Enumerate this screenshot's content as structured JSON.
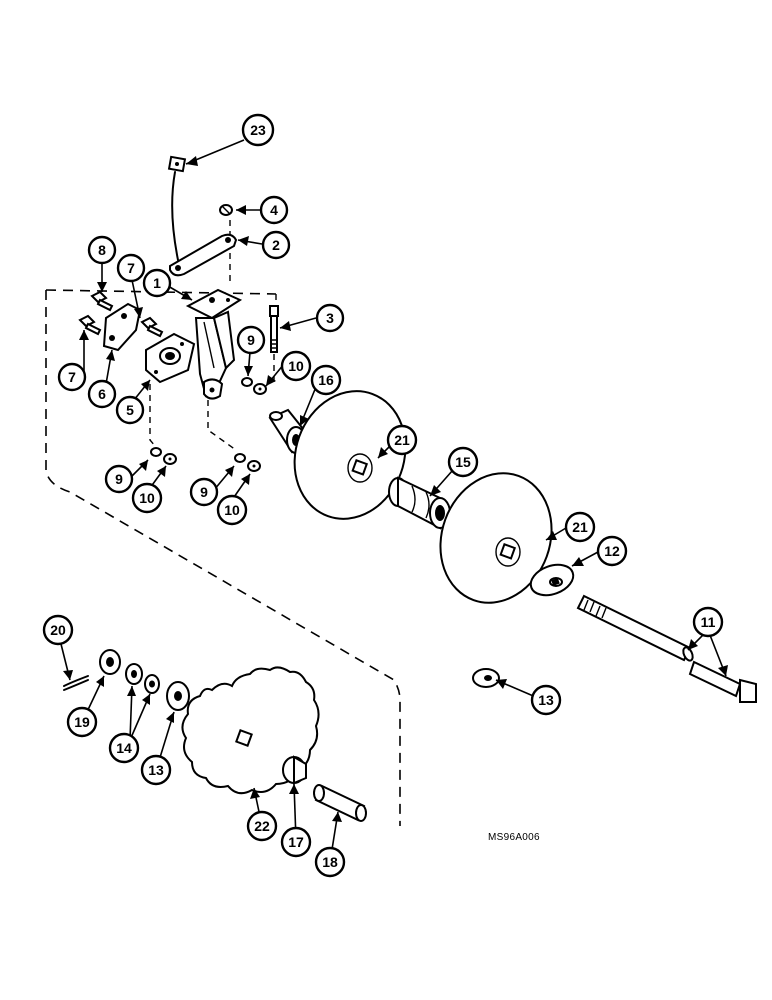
{
  "figure_code": "MS96A006",
  "callouts": [
    {
      "key": "c23",
      "label": "23"
    },
    {
      "key": "c4",
      "label": "4"
    },
    {
      "key": "c2",
      "label": "2"
    },
    {
      "key": "c8",
      "label": "8"
    },
    {
      "key": "c7a",
      "label": "7"
    },
    {
      "key": "c1",
      "label": "1"
    },
    {
      "key": "c3",
      "label": "3"
    },
    {
      "key": "c9a",
      "label": "9"
    },
    {
      "key": "c10a",
      "label": "10"
    },
    {
      "key": "c7b",
      "label": "7"
    },
    {
      "key": "c6",
      "label": "6"
    },
    {
      "key": "c5",
      "label": "5"
    },
    {
      "key": "c16",
      "label": "16"
    },
    {
      "key": "c21a",
      "label": "21"
    },
    {
      "key": "c15",
      "label": "15"
    },
    {
      "key": "c9b",
      "label": "9"
    },
    {
      "key": "c10b",
      "label": "10"
    },
    {
      "key": "c9c",
      "label": "9"
    },
    {
      "key": "c10c",
      "label": "10"
    },
    {
      "key": "c21b",
      "label": "21"
    },
    {
      "key": "c12",
      "label": "12"
    },
    {
      "key": "c11",
      "label": "11"
    },
    {
      "key": "c20",
      "label": "20"
    },
    {
      "key": "c13a",
      "label": "13"
    },
    {
      "key": "c19",
      "label": "19"
    },
    {
      "key": "c14",
      "label": "14"
    },
    {
      "key": "c13b",
      "label": "13"
    },
    {
      "key": "c22",
      "label": "22"
    },
    {
      "key": "c17",
      "label": "17"
    },
    {
      "key": "c18",
      "label": "18"
    }
  ]
}
